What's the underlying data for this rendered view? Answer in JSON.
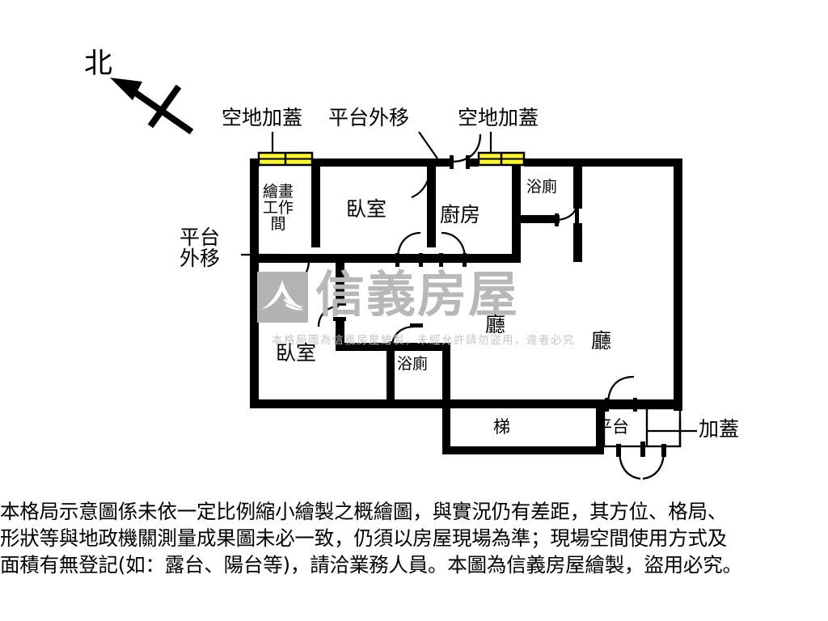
{
  "document": {
    "type": "floor-plan",
    "orientation_label": "北"
  },
  "callouts": {
    "top_left_cover": "空地加蓋",
    "top_mid_platform": "平台外移",
    "top_right_cover": "空地加蓋",
    "left_platform": "平台\n外移",
    "left_platform_line1": "平台",
    "left_platform_line2": "外移",
    "right_cover": "加蓋"
  },
  "rooms": [
    {
      "id": "studio",
      "label": "繪畫\n工作\n間",
      "lines": [
        "繪畫",
        "工作",
        "間"
      ]
    },
    {
      "id": "bedroom1",
      "label": "臥室"
    },
    {
      "id": "kitchen",
      "label": "廚房"
    },
    {
      "id": "bath1",
      "label": "浴廁"
    },
    {
      "id": "bedroom2",
      "label": "臥室"
    },
    {
      "id": "bath2",
      "label": "浴廁"
    },
    {
      "id": "hall1",
      "label": "廳"
    },
    {
      "id": "hall2",
      "label": "廳"
    },
    {
      "id": "stairs",
      "label": "梯"
    },
    {
      "id": "platform",
      "label": "平台"
    }
  ],
  "watermark": {
    "brand": "信義房屋",
    "notice": "本格局圖為信義房屋繪製，未經允許請勿盜用，違者必究"
  },
  "disclaimer": {
    "line1": "本格局示意圖係未依一定比例縮小繪製之概繪圖，與實況仍有差距，其方位、格局、",
    "line2": "形狀等與地政機關測量成果圖未必一致，仍須以房屋現場為準；現場空間使用方式及",
    "line3": "面積有無登記(如：露台、陽台等)，請洽業務人員。本圖為信義房屋繪製，盜用必究。"
  },
  "colors": {
    "wall": "#000000",
    "window_fill": "#fbf43c",
    "background": "#ffffff",
    "watermark": "#bbbbbb",
    "text": "#000000"
  }
}
